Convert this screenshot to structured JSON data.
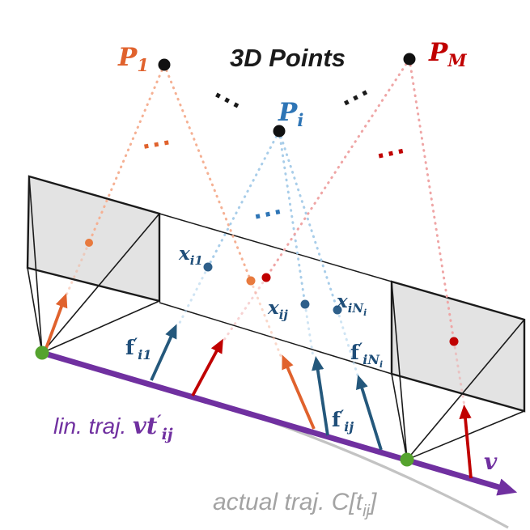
{
  "figure": {
    "title": "3D Points",
    "ellipsis": "···"
  },
  "points3d": {
    "p1": {
      "base": "P",
      "sub": "1"
    },
    "pi": {
      "base": "P",
      "sub": "i"
    },
    "pM": {
      "base": "P",
      "sub": "M"
    }
  },
  "imagePoints": {
    "xi1": {
      "base": "x",
      "sub": "i1"
    },
    "xij": {
      "base": "x",
      "sub": "ij"
    },
    "xiNi": {
      "base": "x",
      "sub": "iN",
      "subsub": "i"
    }
  },
  "bearings": {
    "fi1": {
      "base": "f",
      "prime": "′",
      "sub": "i1"
    },
    "fij": {
      "base": "f",
      "prime": "′",
      "sub": "ij"
    },
    "fiNi": {
      "base": "f",
      "prime": "′",
      "sub": "iN",
      "subsub": "i"
    }
  },
  "trajectories": {
    "linear": {
      "prefix": "lin. traj. ",
      "vector": "vt",
      "prime": "′",
      "sub": "ij"
    },
    "velocity": "v",
    "actual": {
      "prefix": "actual traj. C[t",
      "sub": "ij",
      "close": "]"
    }
  },
  "colors": {
    "orange": "#E0622D",
    "light_orange_ray": "#F5B093",
    "blue": "#2E75B6",
    "light_blue_ray": "#A8CDE9",
    "dark_red": "#C00000",
    "light_red_ray": "#EFA5A5",
    "navy_text": "#1F4E79",
    "navy_arrow": "#24587C",
    "purple": "#7030A0",
    "green": "#55A32E",
    "gray_curve": "#C3C3C3",
    "gray_text": "#A3A3A3",
    "plane_fill": "#E3E3E3",
    "ink": "#1A1A1A"
  }
}
